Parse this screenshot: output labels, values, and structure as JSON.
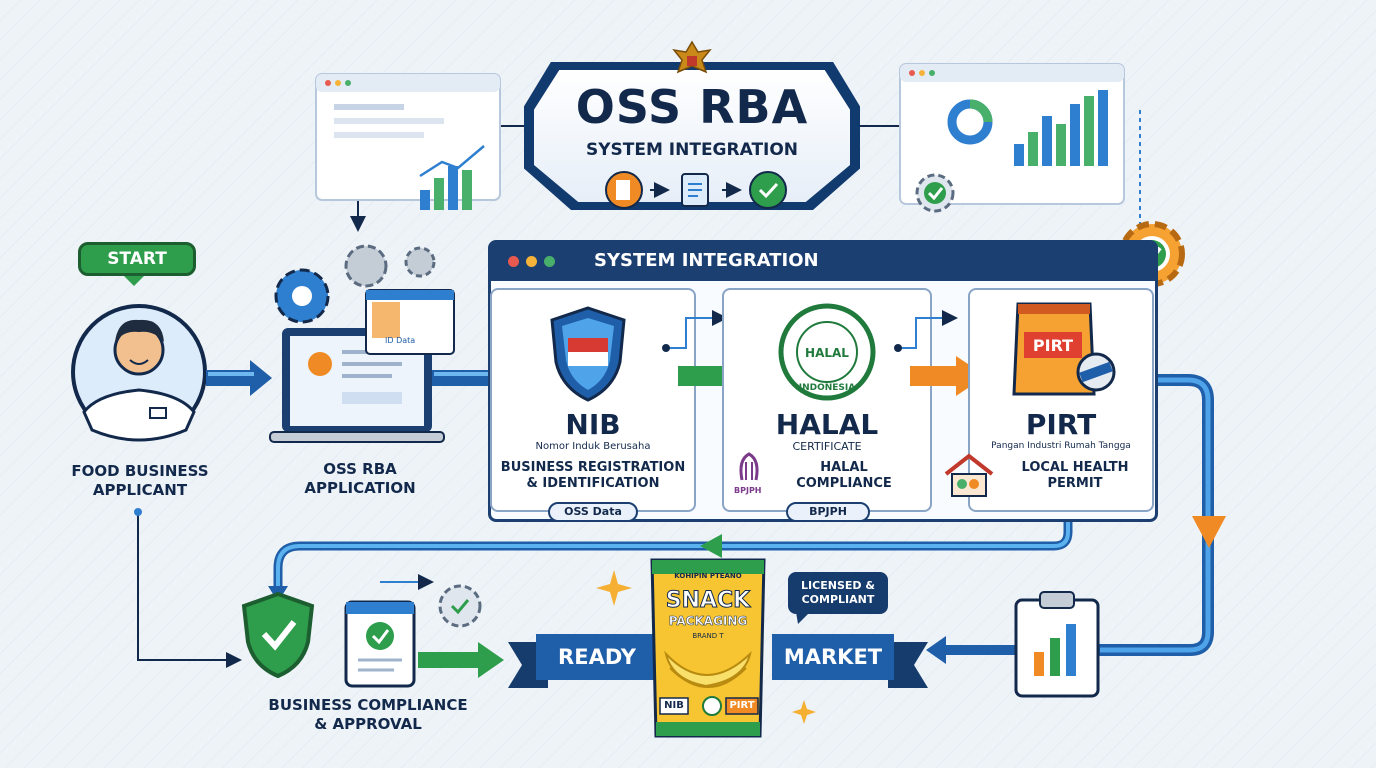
{
  "title": {
    "main": "OSS RBA",
    "sub": "SYSTEM INTEGRATION"
  },
  "start_label": "START",
  "applicant_label": [
    "FOOD BUSINESS",
    "APPLICANT"
  ],
  "app_label": [
    "OSS RBA",
    "APPLICATION"
  ],
  "id_card_text": "ID Data",
  "panel_title": "SYSTEM INTEGRATION",
  "cards": {
    "nib": {
      "title": "NIB",
      "subtitle": "Nomor Induk Berusaha",
      "desc": [
        "BUSINESS REGISTRATION",
        "& IDENTIFICATION"
      ],
      "tag": "OSS Data"
    },
    "halal": {
      "title": "HALAL",
      "subtitle": "CERTIFICATE",
      "desc": [
        "HALAL",
        "COMPLIANCE"
      ],
      "tag": "BPJPH",
      "logo_text": "BPJPH",
      "seal_top": "HALAL",
      "seal_bottom": "INDONESIA"
    },
    "pirt": {
      "title": "PIRT",
      "subtitle": "Pangan Industri Rumah Tangga",
      "desc": [
        "LOCAL HEALTH",
        "PERMIT"
      ],
      "pack_text": "PIRT"
    }
  },
  "compliance_label": [
    "BUSINESS COMPLIANCE",
    "& APPROVAL"
  ],
  "ready_label": "READY",
  "market_label": "MARKET",
  "snack": {
    "brand": "KOHIPIN PTEANO",
    "line1": "SNACK",
    "line2": "PACKAGING",
    "badge": "BRAND T",
    "nib": "NIB",
    "pirt": "PIRT"
  },
  "licensed_bubble": [
    "LICENSED &",
    "COMPLIANT"
  ],
  "colors": {
    "navy": "#13294b",
    "blue": "#1f5ea8",
    "green": "#2e9e4c",
    "orange": "#f08a24"
  }
}
